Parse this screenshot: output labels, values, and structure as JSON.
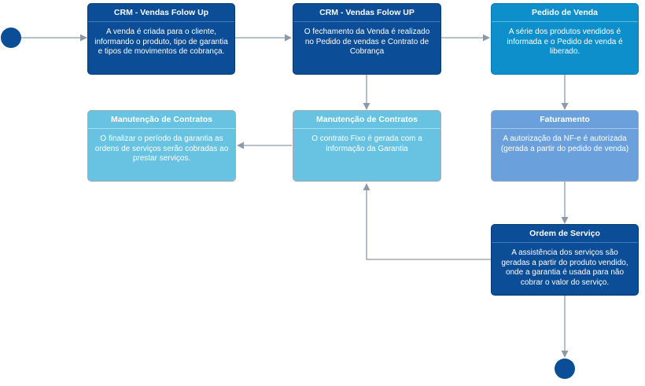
{
  "nodes": [
    {
      "id": "crm1",
      "title": "CRM - Vendas Folow Up",
      "body": "A venda é criada para o cliente, informando o produto, tipo de garantia e tipos de movimentos de cobrança."
    },
    {
      "id": "crm2",
      "title": "CRM - Vendas Folow UP",
      "body": "O fechamento da Venda é realizado no Pedido de vendas e Contrato de Cobrança"
    },
    {
      "id": "pedido",
      "title": "Pedido de Venda",
      "body": "A série dos produtos vendidos é informada e o Pedido de venda é liberado."
    },
    {
      "id": "manut2",
      "title": "Manutenção de Contratos",
      "body": "O finalizar o período da garantia as ordens de serviços serão cobradas ao prestar serviços."
    },
    {
      "id": "manut1",
      "title": "Manutenção de Contratos",
      "body": "O contrato Fixo é gerada com a informação da Garantia"
    },
    {
      "id": "fat",
      "title": "Faturamento",
      "body": "A autorização da NF-e é autorizada (gerada a partir do pedido de venda)"
    },
    {
      "id": "os",
      "title": "Ordem de Serviço",
      "body": "A assistência dos serviços são geradas a partir do produto vendido, onde a garantia é usada para não cobrar o valor do serviço."
    }
  ],
  "colors": {
    "dark": "#0b4d96",
    "teal": "#0d8fcb",
    "light": "#68c3e3",
    "mid": "#6aa0dc",
    "connector": "#8c9aa8",
    "terminal": "#0b4d96"
  }
}
